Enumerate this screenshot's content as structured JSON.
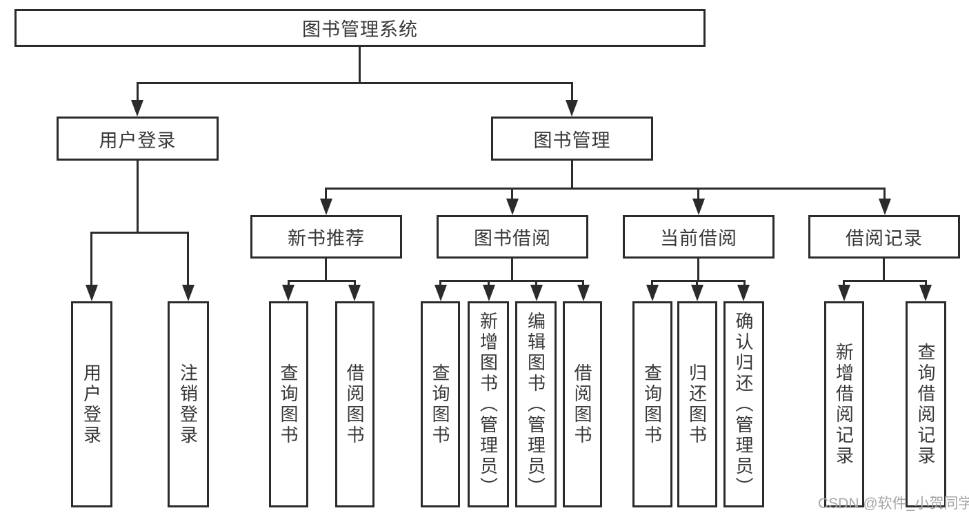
{
  "title": {
    "label": "图书管理系统"
  },
  "level2": [
    {
      "label": "用户登录"
    },
    {
      "label": "图书管理"
    }
  ],
  "level3": [
    {
      "label": "新书推荐"
    },
    {
      "label": "图书借阅"
    },
    {
      "label": "当前借阅"
    },
    {
      "label": "借阅记录"
    }
  ],
  "leaves": [
    {
      "label": "用户登录"
    },
    {
      "label": "注销登录"
    },
    {
      "label": "查询图书"
    },
    {
      "label": "借阅图书"
    },
    {
      "label": "查询图书"
    },
    {
      "label": "新增图书（管理员）"
    },
    {
      "label": "编辑图书（管理员）"
    },
    {
      "label": "借阅图书"
    },
    {
      "label": "查询图书"
    },
    {
      "label": "归还图书"
    },
    {
      "label": "确认归还（管理员）"
    },
    {
      "label": "新增借阅记录"
    },
    {
      "label": "查询借阅记录"
    }
  ],
  "watermark": {
    "text": "CSDN @软件_小贺同学"
  },
  "colors": {
    "line": "#2b2b2b",
    "text": "#383838",
    "watermark": "#a6a6a6",
    "background": "#ffffff"
  }
}
